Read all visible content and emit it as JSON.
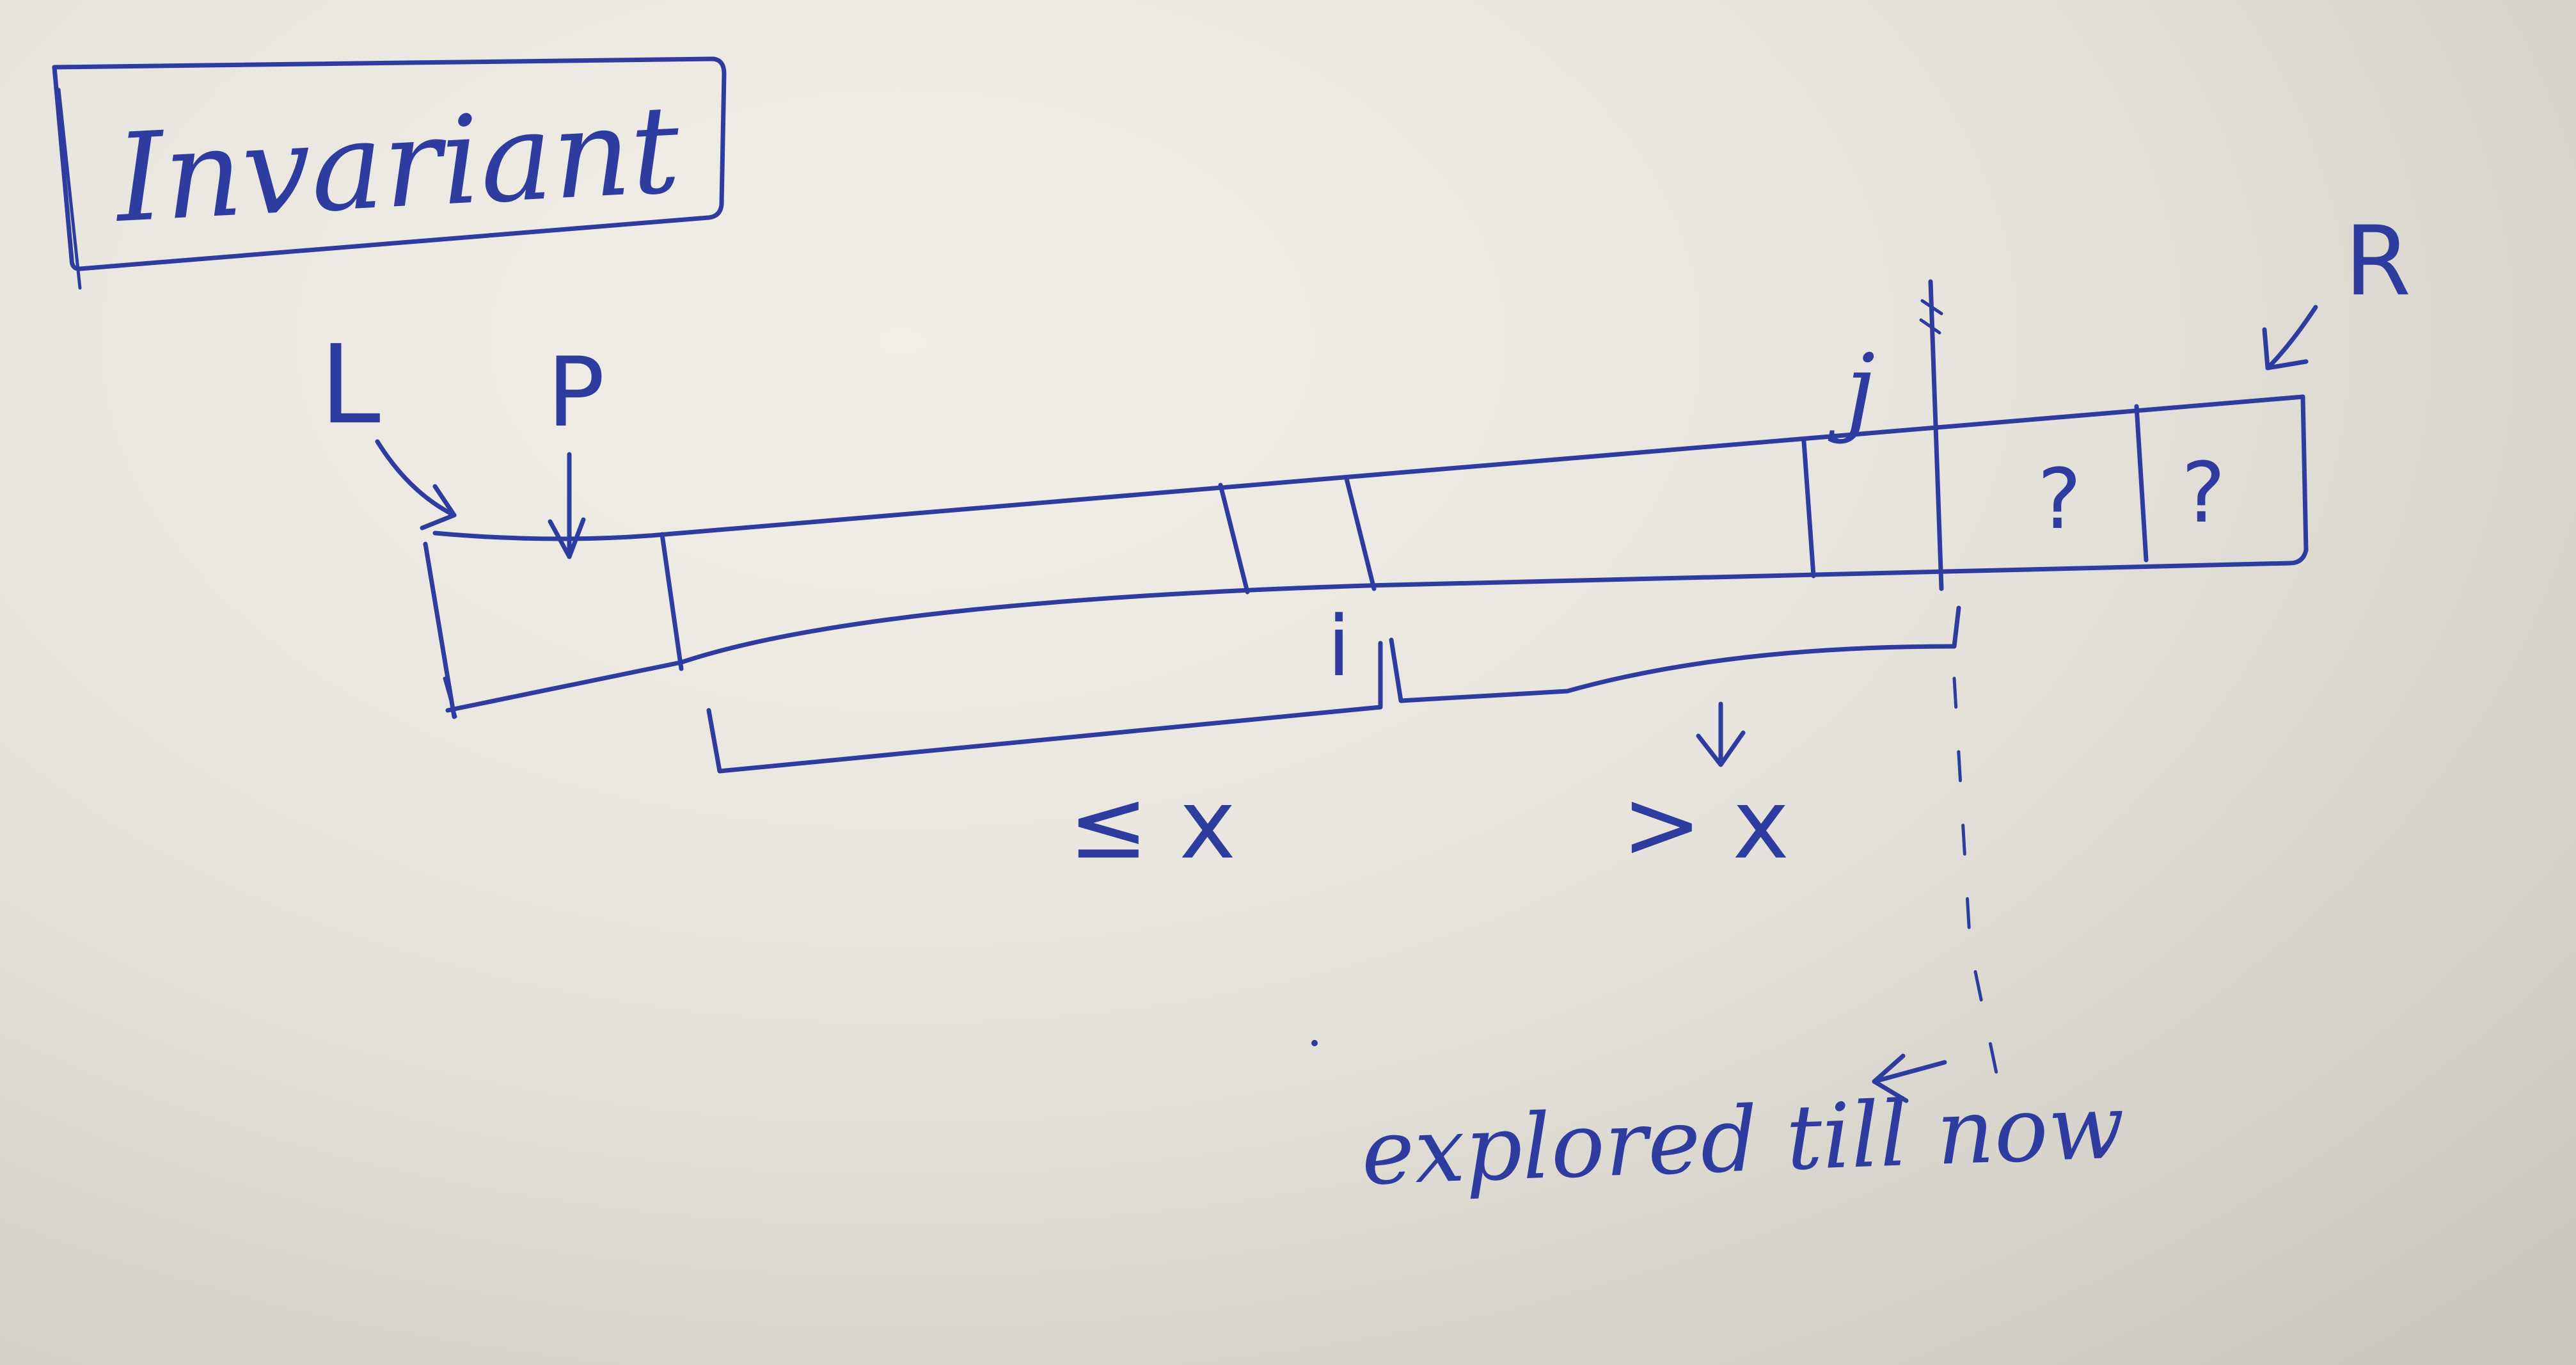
{
  "title": "Invariant",
  "pointers": {
    "left": "L",
    "pivot": "P",
    "right": "R",
    "i": "i",
    "j": "j"
  },
  "unknown_cells": [
    "?",
    "?"
  ],
  "regions": {
    "less_equal": "≤ x",
    "greater": "> x"
  },
  "annotation": "explored till now",
  "colors": {
    "ink": "#2d3c9e",
    "paper": "#ebe9e1"
  }
}
